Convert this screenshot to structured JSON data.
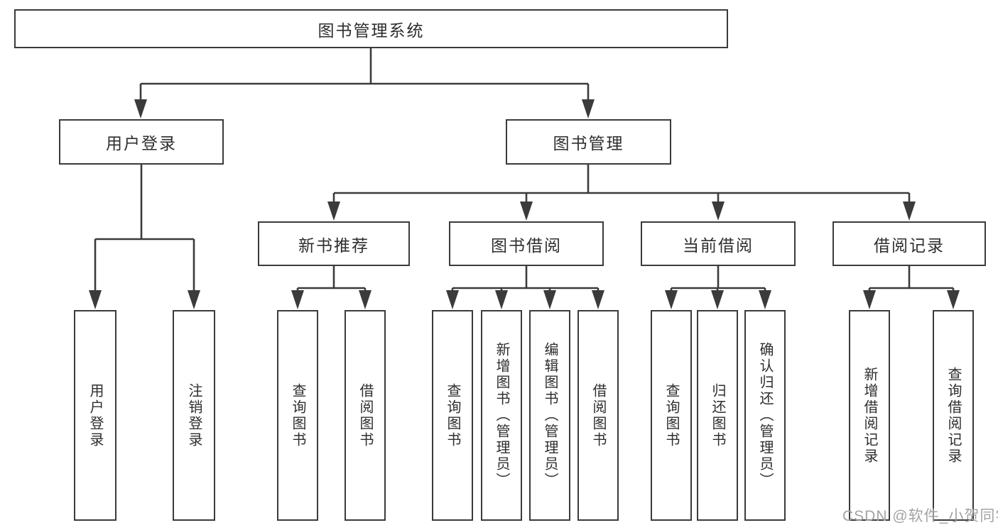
{
  "colors": {
    "line": "#3b3b3b",
    "text": "#2e2e2e",
    "watermark": "#a3a3a3",
    "background": "#ffffff"
  },
  "watermark": {
    "text": "CSDN @软件_小贺同学"
  },
  "tree": {
    "root": {
      "label": "图书管理系统",
      "children": [
        {
          "label": "用户登录",
          "children": [
            {
              "label": "用户登录"
            },
            {
              "label": "注销登录"
            }
          ]
        },
        {
          "label": "图书管理",
          "children": [
            {
              "label": "新书推荐",
              "children": [
                {
                  "label": "查询图书"
                },
                {
                  "label": "借阅图书"
                }
              ]
            },
            {
              "label": "图书借阅",
              "children": [
                {
                  "label": "查询图书"
                },
                {
                  "label": "新增图书（管理员）"
                },
                {
                  "label": "编辑图书（管理员）"
                },
                {
                  "label": "借阅图书"
                }
              ]
            },
            {
              "label": "当前借阅",
              "children": [
                {
                  "label": "查询图书"
                },
                {
                  "label": "归还图书"
                },
                {
                  "label": "确认归还（管理员）"
                }
              ]
            },
            {
              "label": "借阅记录",
              "children": [
                {
                  "label": "新增借阅记录"
                },
                {
                  "label": "查询借阅记录"
                }
              ]
            }
          ]
        }
      ]
    }
  }
}
